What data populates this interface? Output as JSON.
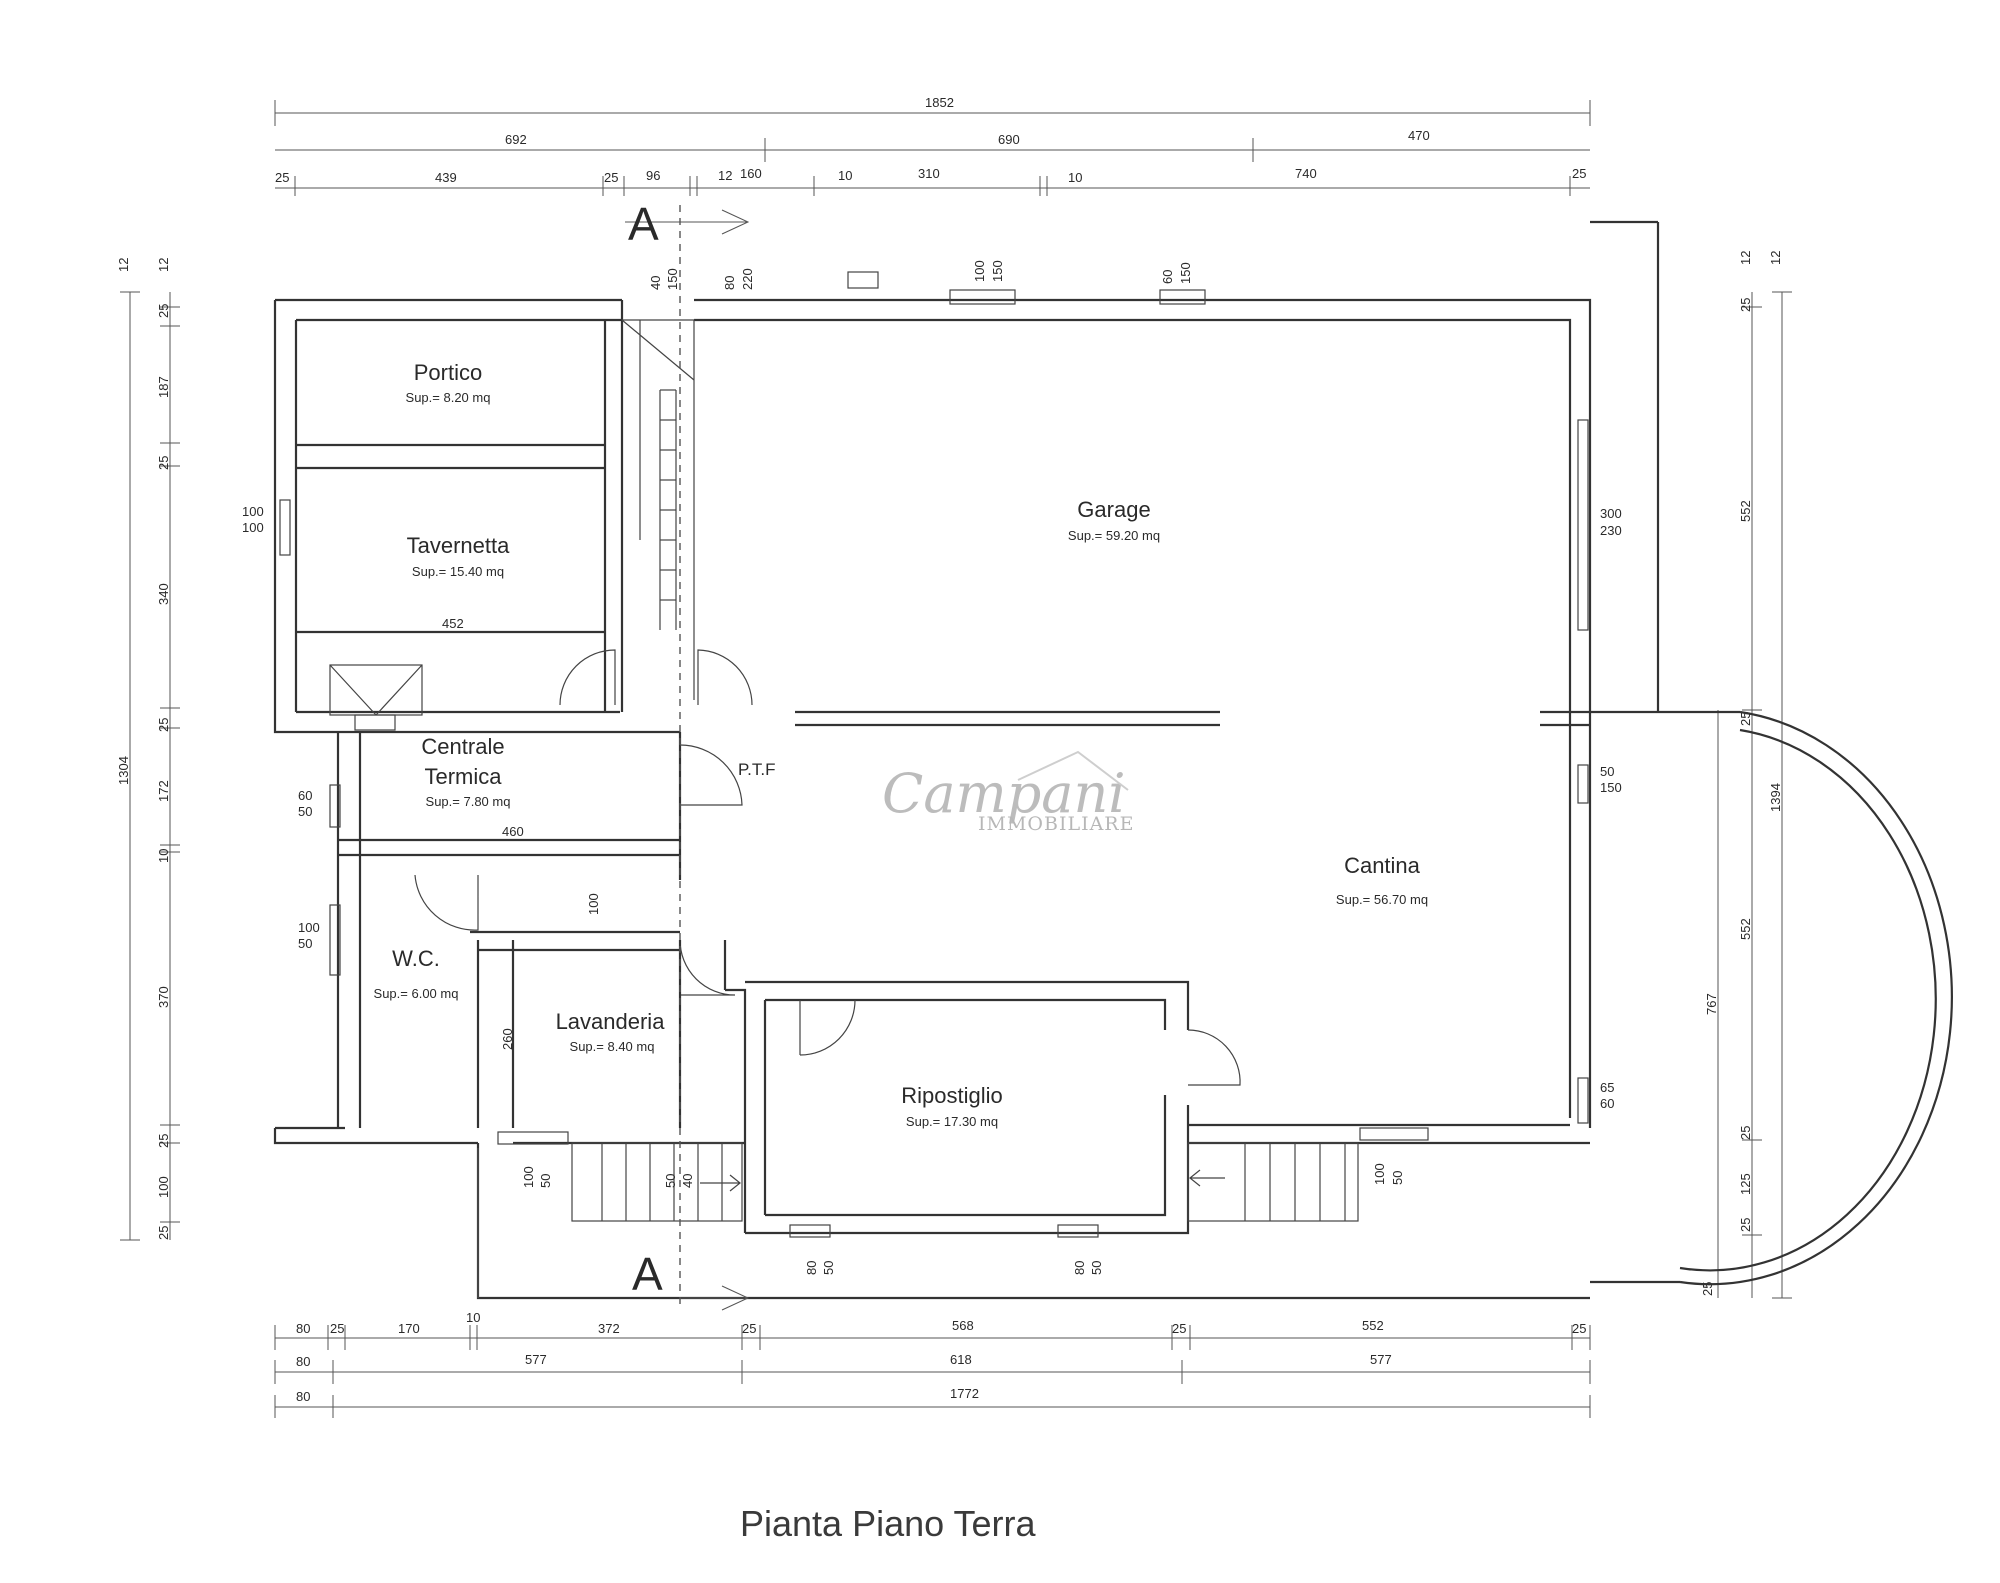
{
  "title": "Pianta Piano Terra",
  "brand": {
    "name": "Campani",
    "sub": "IMMOBILIARE"
  },
  "rooms": [
    {
      "name": "Portico",
      "area": "Sup.= 8.20 mq"
    },
    {
      "name": "Tavernetta",
      "area": "Sup.= 15.40 mq"
    },
    {
      "name": "Garage",
      "area": "Sup.= 59.20 mq"
    },
    {
      "name": "Centrale",
      "name2": "Termica",
      "area": "Sup.= 7.80 mq"
    },
    {
      "name": "Cantina",
      "area": "Sup.= 56.70 mq"
    },
    {
      "name": "W.C.",
      "area": "Sup.= 6.00 mq"
    },
    {
      "name": "Lavanderia",
      "area": "Sup.= 8.40 mq"
    },
    {
      "name": "Ripostiglio",
      "area": "Sup.= 17.30 mq"
    }
  ],
  "labels": {
    "section_top": "A",
    "section_bottom": "A",
    "ptf": "P.T.F"
  },
  "dims": {
    "top_total": "1852",
    "top_row2": [
      "692",
      "690",
      "470"
    ],
    "top_row3": [
      "25",
      "439",
      "25",
      "96",
      "12",
      "160",
      "10",
      "310",
      "10",
      "740",
      "25"
    ],
    "bottom_row1": [
      "80",
      "25",
      "170",
      "10",
      "372",
      "25",
      "568",
      "25",
      "552",
      "25"
    ],
    "bottom_row2": [
      "80",
      "577",
      "618",
      "577"
    ],
    "bottom_row3": [
      "80",
      "1772"
    ],
    "left_total": "1304",
    "left_chain": [
      "12",
      "12",
      "25",
      "187",
      "25",
      "340",
      "25",
      "172",
      "10",
      "370",
      "25",
      "100",
      "25"
    ],
    "right_total": "1394",
    "right_chain": [
      "12",
      "12",
      "25",
      "552",
      "25",
      "552",
      "25",
      "125",
      "25",
      "25"
    ],
    "right_767": "767",
    "inner": [
      "40",
      "150",
      "80",
      "220",
      "100",
      "150",
      "60",
      "150",
      "100",
      "100",
      "452",
      "300",
      "230",
      "60",
      "50",
      "460",
      "50",
      "150",
      "100",
      "100",
      "50",
      "260",
      "65",
      "60",
      "100",
      "50",
      "50",
      "40",
      "100",
      "50",
      "80",
      "50",
      "80",
      "50"
    ]
  }
}
